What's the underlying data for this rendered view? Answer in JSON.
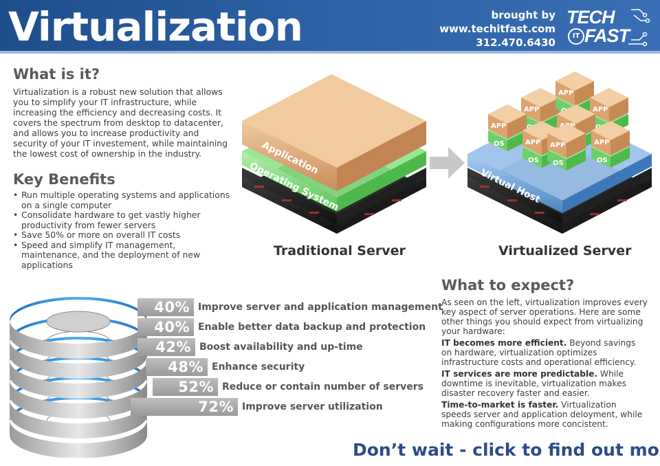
{
  "header": {
    "title": "Virtualization",
    "brought_by": "brought by",
    "website": "www.techitfast.com",
    "phone": "312.470.6430",
    "logo_line1": "TECH",
    "logo_it": "IT",
    "logo_line2": "FAST"
  },
  "what_is_it": {
    "heading": "What is it?",
    "body": "Virtualization is a robust new solution that allows you to simplify your IT infrastructure, while increasing the efficiency and decreasing costs. It covers the spectrum from desktop to datacenter, and allows you to increase productivity and security of your IT investement, while maintaining the lowest cost of ownership in the industry."
  },
  "key_benefits": {
    "heading": "Key Benefits",
    "items": [
      "Run multiple operating systems and applications on a single computer",
      "Consolidate hardware to get vastly higher productivity from fewer servers",
      "Save 50% or more on overall IT costs",
      "Speed and simplify IT management, maintenance, and the deployment of new applications"
    ]
  },
  "diagram": {
    "traditional": {
      "label": "Traditional Server",
      "layer_app": "Application",
      "layer_os": "Operating System"
    },
    "virtualized": {
      "label": "Virtualized Server",
      "host": "Virtual Host",
      "app": "APP",
      "os": "OS"
    }
  },
  "stats": [
    {
      "pct": "40%",
      "value": 40,
      "text": "Improve server and application management"
    },
    {
      "pct": "40%",
      "value": 40,
      "text": "Enable better data backup and protection"
    },
    {
      "pct": "42%",
      "value": 42,
      "text": "Boost availability and up-time"
    },
    {
      "pct": "48%",
      "value": 48,
      "text": "Enhance security"
    },
    {
      "pct": "52%",
      "value": 52,
      "text": "Reduce or contain number of servers"
    },
    {
      "pct": "72%",
      "value": 72,
      "text": "Improve server utilization"
    }
  ],
  "what_to_expect": {
    "heading": "What to expect?",
    "intro": "As seen on the left, virtualization improves every key aspect of server operations. Here are some other things you should expect from virtualizing your hardware:",
    "points": [
      {
        "lead": "IT becomes more efficient.",
        "text": " Beyond savings on hardware, virtualization optimizes infrastructure costs and operational efficiency."
      },
      {
        "lead": "IT services are more predictable.",
        "text": " While downtime is inevitable, virtualization makes disaster recovery faster and easier."
      },
      {
        "lead": "Time-to-market is faster.",
        "text": " Virtualization speeds server and application deloyment, while making configurations more concistent."
      }
    ]
  },
  "cta": "Don’t wait - click to find out more",
  "colors": {
    "header_blue": "#2c5fa3",
    "app_orange": "#d9a06a",
    "os_green": "#7ed67a",
    "host_blue": "#6a9ed6",
    "cta_blue": "#2e4a8a",
    "bar_grey": "#ababab"
  }
}
